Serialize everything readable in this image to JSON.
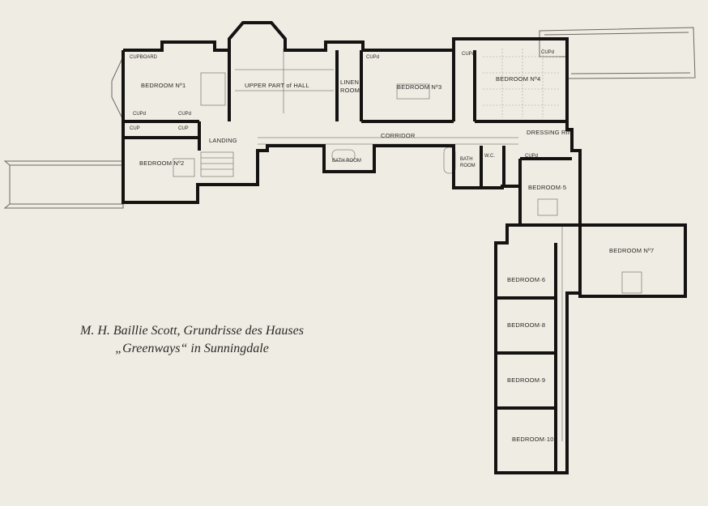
{
  "caption": {
    "line1": "M. H. Baillie Scott, Grundrisse des Hauses",
    "line2": "„Greenways“ in Sunningdale"
  },
  "rooms": {
    "bedroom1": "BEDROOM Nº1",
    "upper_hall": "UPPER PART of HALL",
    "linen_room_1": "LINEN",
    "linen_room_2": "ROOM",
    "bedroom3": "BEDROOM Nº3",
    "bedroom4": "BEDROOM Nº4",
    "landing": "LANDING",
    "corridor": "CORRIDOR",
    "dressing_rm": "DRESSING Rm",
    "bedroom2": "BEDROOM Nº2",
    "bath_room_1": "BATH ROOM",
    "bath_room_2a": "BATH",
    "bath_room_2b": "ROOM",
    "wc": "W.C.",
    "bedroom5": "BEDROOM·5",
    "bedroom7": "BEDROOM Nº7",
    "bedroom6": "BEDROOM·6",
    "bedroom8": "BEDROOM·8",
    "bedroom9": "BEDROOM·9",
    "bedroom10": "BEDROOM·10",
    "cupboard": "CUPBOARD",
    "cupd": "CUPd",
    "cup": "CUP"
  },
  "colors": {
    "paper": "#efece4",
    "wall": "#141312",
    "line": "#6c6862"
  }
}
